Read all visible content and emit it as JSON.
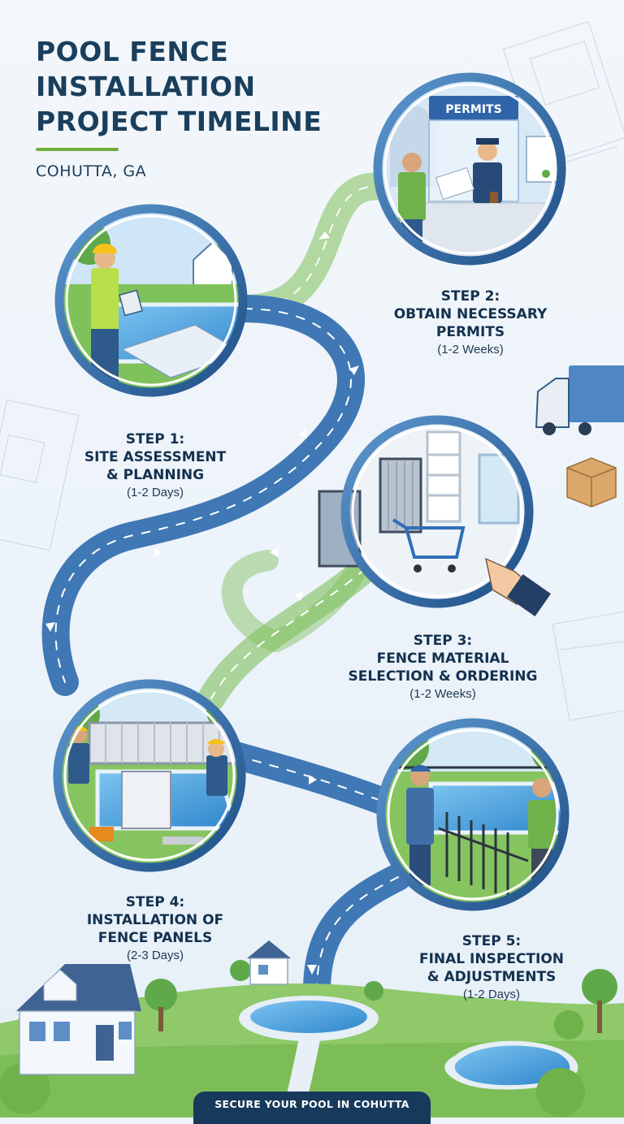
{
  "header": {
    "title": "POOL FENCE\nINSTALLATION\nPROJECT TIMELINE",
    "location": "COHUTTA, GA"
  },
  "colors": {
    "navy": "#1a3f5c",
    "accent_green": "#6fae3c",
    "path_blue": "#3f78b4",
    "path_green": "#7fbf5a",
    "pool_blue": "#4fa3e0"
  },
  "illustrations": {
    "permit_sign": "PERMITS"
  },
  "steps": [
    {
      "step": "STEP 1:",
      "name": "SITE ASSESSMENT\n& PLANNING",
      "duration": "(1-2 Days)"
    },
    {
      "step": "STEP 2:",
      "name": "OBTAIN NECESSARY\nPERMITS",
      "duration": "(1-2 Weeks)"
    },
    {
      "step": "STEP 3:",
      "name": "FENCE MATERIAL\nSELECTION & ORDERING",
      "duration": "(1-2 Weeks)"
    },
    {
      "step": "STEP 4:",
      "name": "INSTALLATION OF\nFENCE PANELS",
      "duration": "(2-3 Days)"
    },
    {
      "step": "STEP 5:",
      "name": "FINAL INSPECTION\n& ADJUSTMENTS",
      "duration": "(1-2 Days)"
    }
  ],
  "footer": {
    "banner": "SECURE YOUR POOL IN COHUTTA"
  }
}
